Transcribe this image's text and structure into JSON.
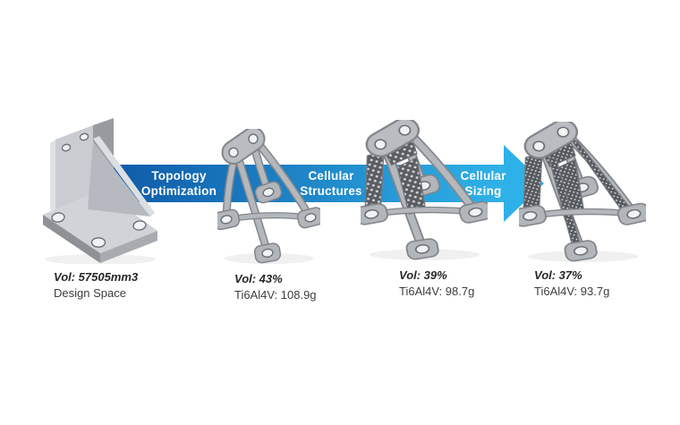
{
  "process": {
    "arrows": [
      {
        "label_line1": "Topology",
        "label_line2": "Optimization"
      },
      {
        "label_line1": "Cellular",
        "label_line2": "Structures"
      },
      {
        "label_line1": "Cellular",
        "label_line2": "Sizing"
      }
    ],
    "stages": [
      {
        "vol_label": "Vol: 57505mm3",
        "detail": "Design Space"
      },
      {
        "vol_label": "Vol: 43%",
        "detail": "Ti6Al4V: 108.9g"
      },
      {
        "vol_label": "Vol: 39%",
        "detail": "Ti6Al4V: 98.7g"
      },
      {
        "vol_label": "Vol: 37%",
        "detail": "Ti6Al4V: 93.7g"
      }
    ]
  },
  "colors": {
    "background": "#ffffff",
    "arrow_gradient_start": "#0d55a4",
    "arrow_gradient_end": "#2fb2e8",
    "arrow_text": "#ffffff",
    "model_gray": "#b9bdc2",
    "lattice_dark": "#55595e",
    "caption_text": "#2c2c2c"
  }
}
